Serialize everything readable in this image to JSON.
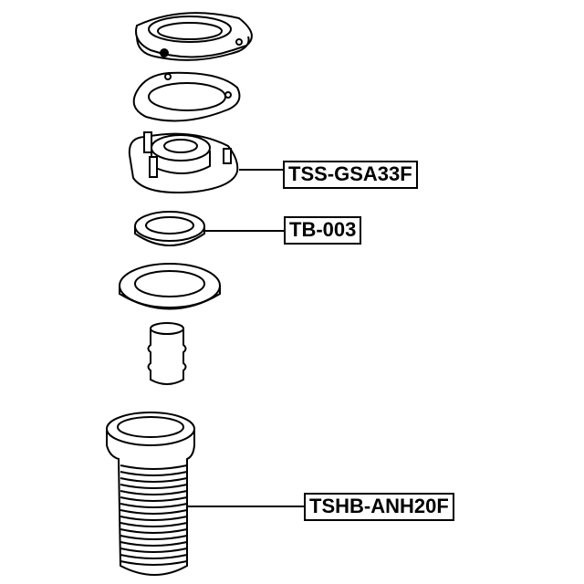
{
  "labels": {
    "mount": "TSS-GSA33F",
    "bearing": "TB-003",
    "boot": "TSHB-ANH20F"
  }
}
